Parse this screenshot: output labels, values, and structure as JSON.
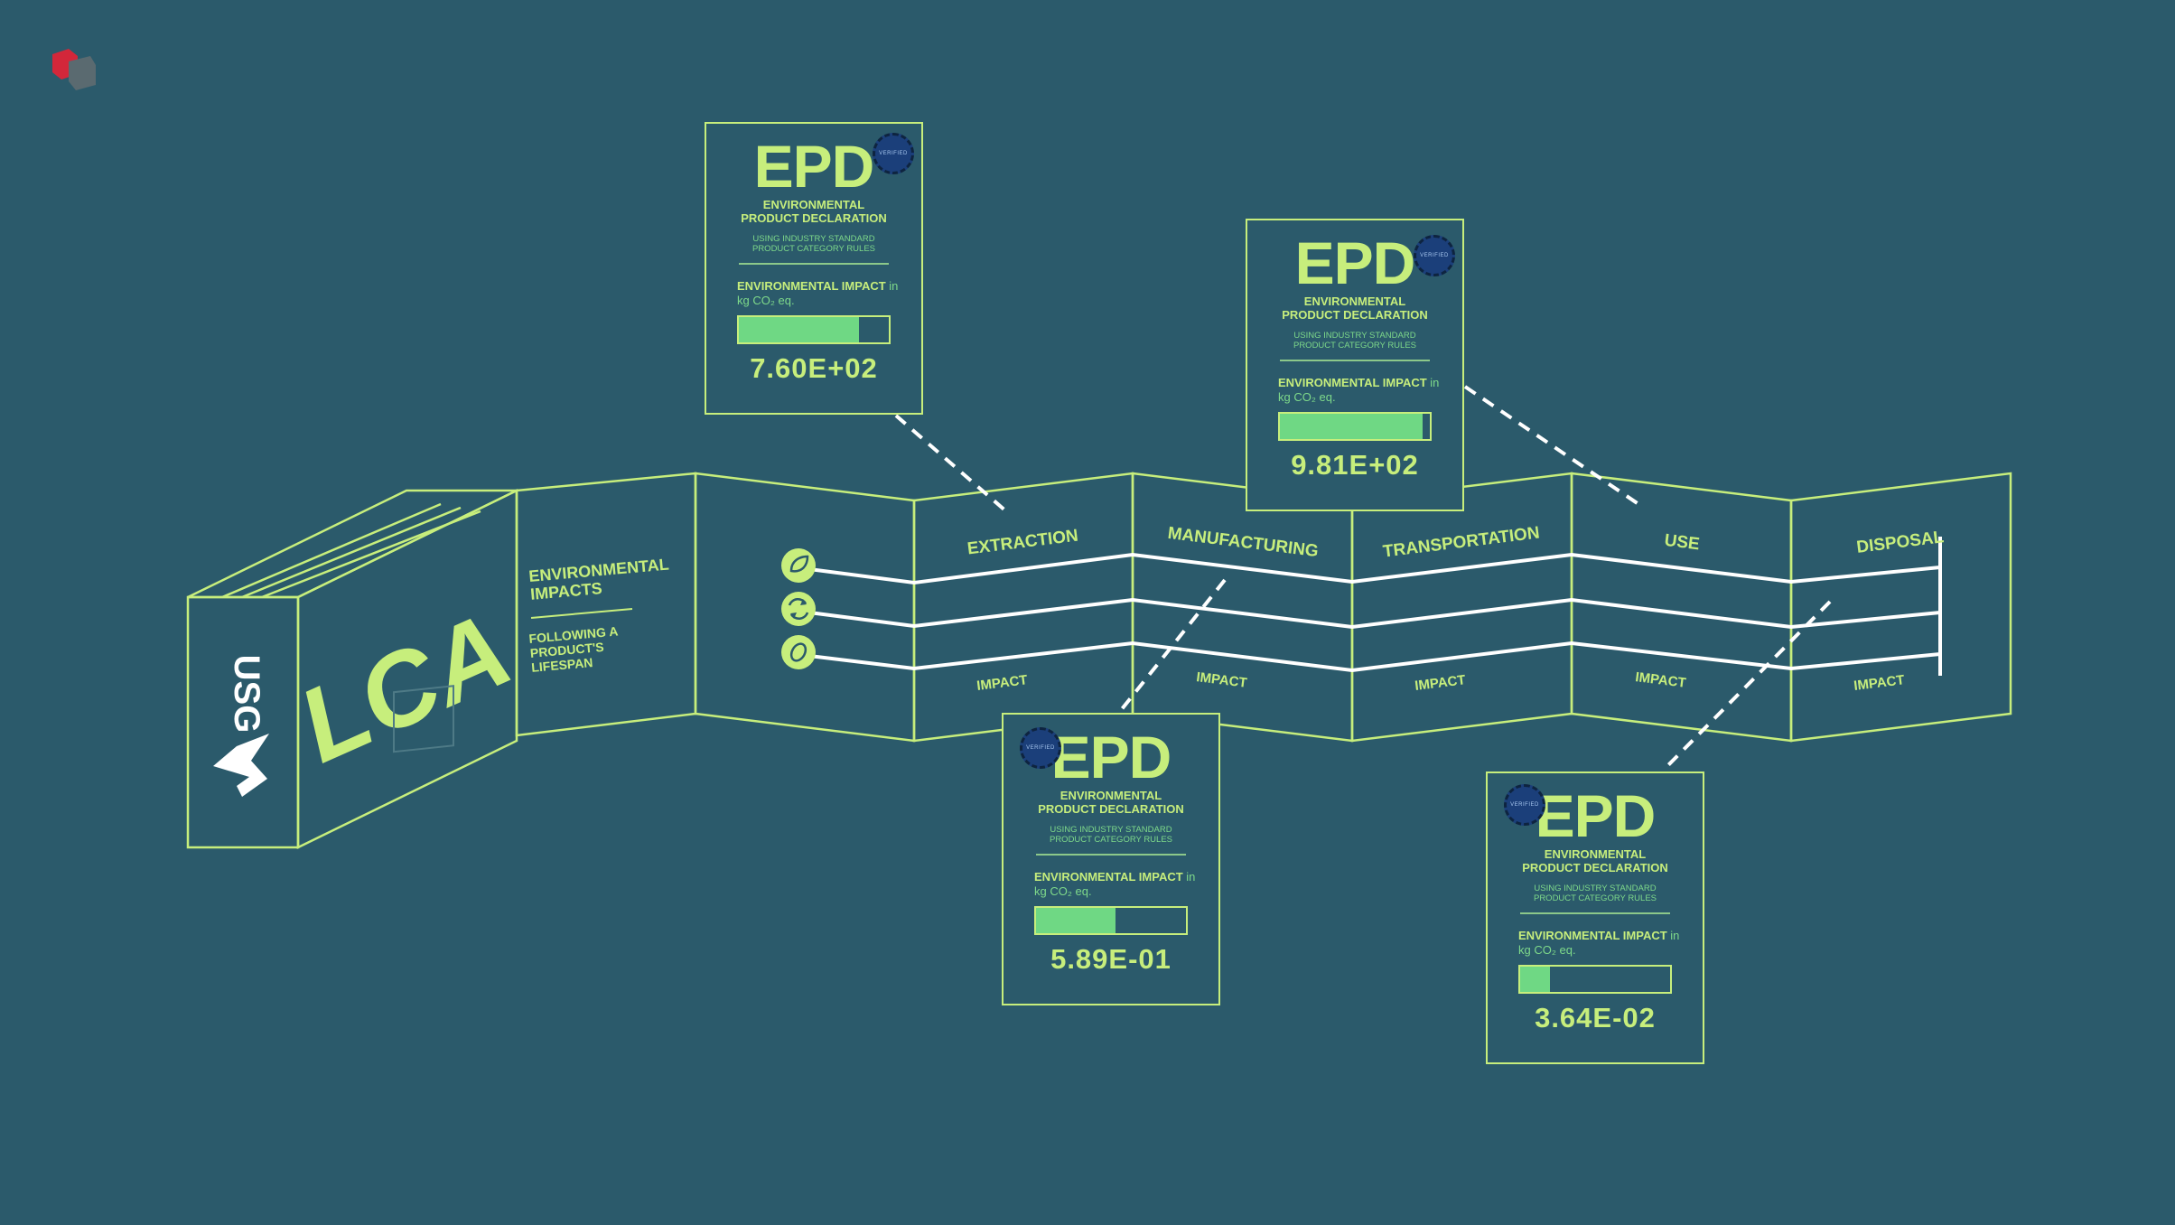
{
  "lca": {
    "brand": "USG",
    "cover_title": "LCA",
    "section_title": "ENVIRONMENTAL IMPACTS",
    "section_subtitle": "FOLLOWING A PRODUCT'S LIFESPAN",
    "stages": [
      "EXTRACTION",
      "MANUFACTURING",
      "TRANSPORTATION",
      "USE",
      "DISPOSAL"
    ],
    "impact_label": "IMPACT"
  },
  "epd_cards": [
    {
      "title": "EPD",
      "subtitle": "ENVIRONMENTAL PRODUCT DECLARATION",
      "rules": "USING INDUSTRY STANDARD PRODUCT CATEGORY RULES",
      "impact_label": "ENVIRONMENTAL IMPACT",
      "impact_unit": "in kg CO₂ eq.",
      "value": "7.60E+02",
      "bar_fraction": 0.8,
      "seal": "VERIFIED",
      "linked_stage": "EXTRACTION"
    },
    {
      "title": "EPD",
      "subtitle": "ENVIRONMENTAL PRODUCT DECLARATION",
      "rules": "USING INDUSTRY STANDARD PRODUCT CATEGORY RULES",
      "impact_label": "ENVIRONMENTAL IMPACT",
      "impact_unit": "in kg CO₂ eq.",
      "value": "9.81E+02",
      "bar_fraction": 0.95,
      "seal": "VERIFIED",
      "linked_stage": "USE"
    },
    {
      "title": "EPD",
      "subtitle": "ENVIRONMENTAL PRODUCT DECLARATION",
      "rules": "USING INDUSTRY STANDARD PRODUCT CATEGORY RULES",
      "impact_label": "ENVIRONMENTAL IMPACT",
      "impact_unit": "in kg CO₂ eq.",
      "value": "5.89E-01",
      "bar_fraction": 0.53,
      "seal": "VERIFIED",
      "linked_stage": "MANUFACTURING"
    },
    {
      "title": "EPD",
      "subtitle": "ENVIRONMENTAL PRODUCT DECLARATION",
      "rules": "USING INDUSTRY STANDARD PRODUCT CATEGORY RULES",
      "impact_label": "ENVIRONMENTAL IMPACT",
      "impact_unit": "in kg CO₂ eq.",
      "value": "3.64E-02",
      "bar_fraction": 0.2,
      "seal": "VERIFIED",
      "linked_stage": "DISPOSAL"
    }
  ],
  "colors": {
    "background": "#2b5a6b",
    "line": "#c7ee7c",
    "accent_green": "#6fd884",
    "white": "#ffffff",
    "seal_blue": "#1b3f7a",
    "logo_red": "#d3273a"
  },
  "icons": [
    "leaf-icon",
    "recycle-icon",
    "seed-icon"
  ]
}
